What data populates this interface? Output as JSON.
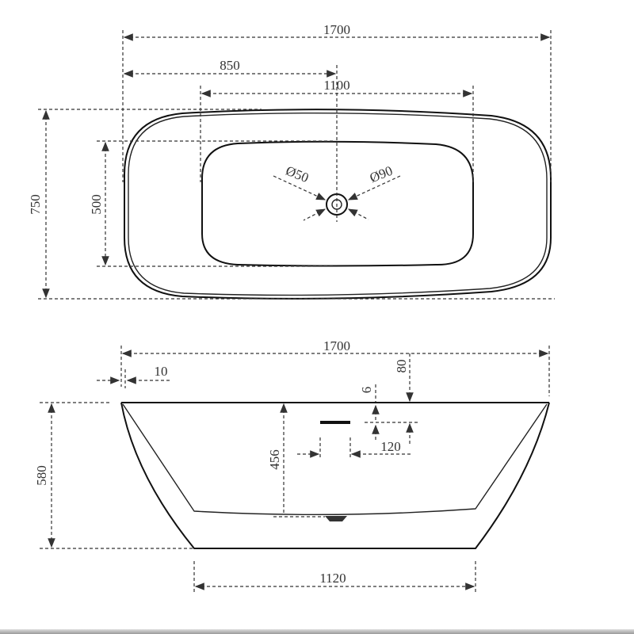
{
  "top_view": {
    "overall_length": "1700",
    "drain_offset": "850",
    "inner_length": "1100",
    "overall_width": "750",
    "inner_width": "500",
    "drain_diameter": "Ø50",
    "overflow_diameter": "Ø90"
  },
  "side_view": {
    "overall_length": "1700",
    "rim_offset": "10",
    "overflow_from_rim": "80",
    "overflow_height": "6",
    "overflow_width": "120",
    "inner_depth": "456",
    "overall_height": "580",
    "base_length": "1120"
  },
  "colors": {
    "line": "#111111",
    "dimension": "#333333",
    "background": "#ffffff"
  }
}
